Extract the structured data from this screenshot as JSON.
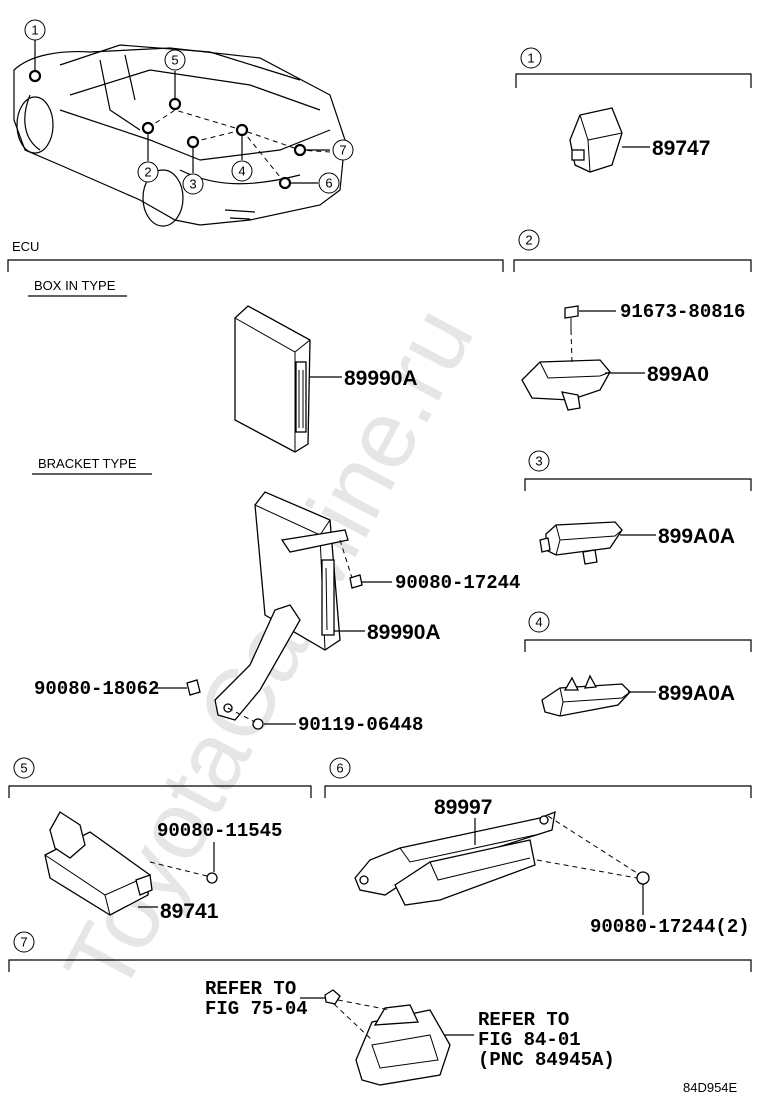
{
  "watermark": "ToyotaCarMine.ru",
  "figure_code": "84D954E",
  "overview": {
    "callouts": [
      "1",
      "2",
      "3",
      "4",
      "5",
      "6",
      "7"
    ]
  },
  "sections": {
    "s1": {
      "number": "1",
      "parts": [
        "89747"
      ]
    },
    "ecu": {
      "title": "ECU",
      "box_in_type": {
        "label": "BOX IN TYPE",
        "parts": [
          "89990A"
        ]
      },
      "bracket_type": {
        "label": "BRACKET TYPE",
        "parts": [
          "90080-17244",
          "89990A",
          "90080-18062",
          "90119-06448"
        ]
      }
    },
    "s2": {
      "number": "2",
      "parts": [
        "91673-80816",
        "899A0"
      ]
    },
    "s3": {
      "number": "3",
      "parts": [
        "899A0A"
      ]
    },
    "s4": {
      "number": "4",
      "parts": [
        "899A0A"
      ]
    },
    "s5": {
      "number": "5",
      "parts": [
        "90080-11545",
        "89741"
      ]
    },
    "s6": {
      "number": "6",
      "parts": [
        "89997",
        "90080-17244(2)"
      ]
    },
    "s7": {
      "number": "7",
      "refer_left": [
        "REFER TO",
        "FIG 75-04"
      ],
      "refer_right": [
        "REFER TO",
        "FIG 84-01",
        "(PNC 84945A)"
      ]
    }
  }
}
